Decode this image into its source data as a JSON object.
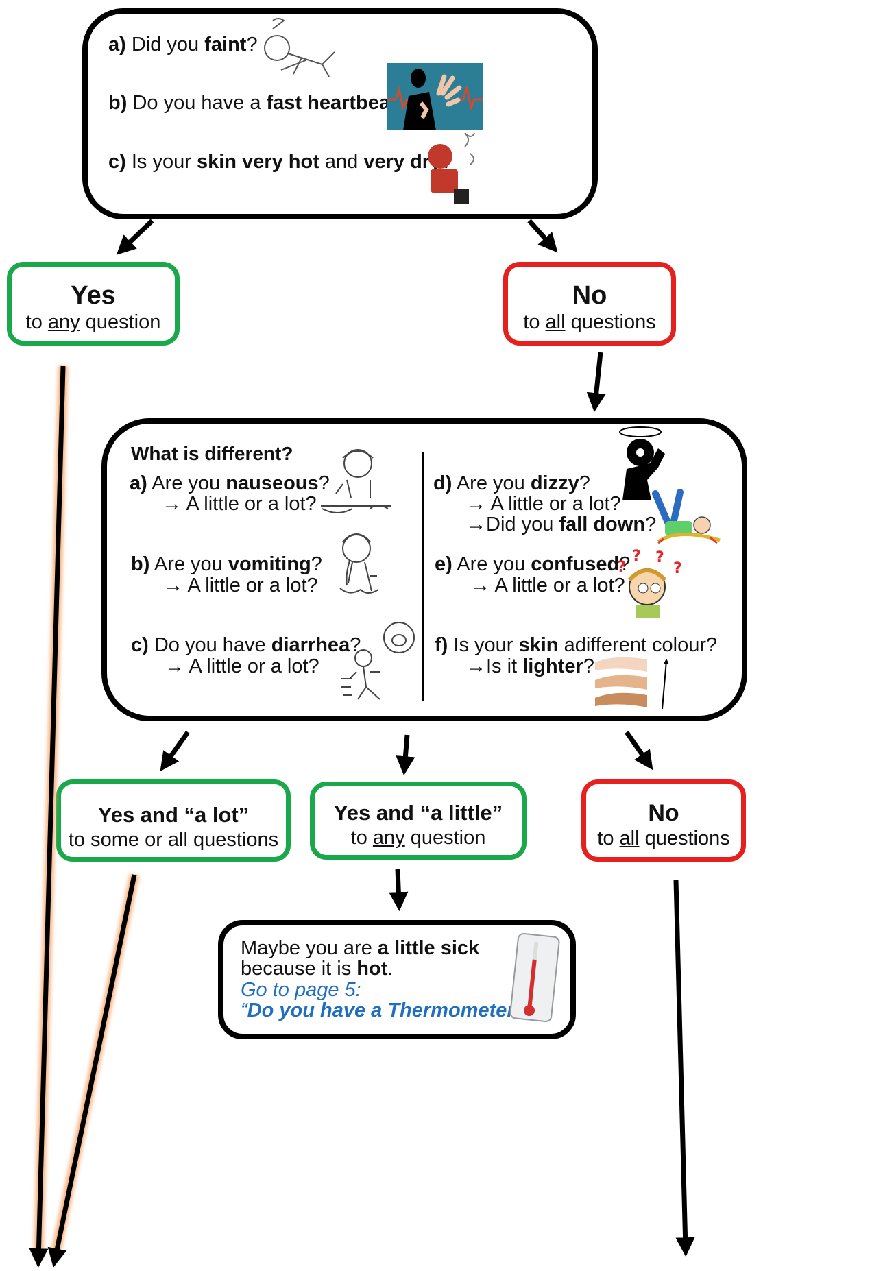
{
  "q1": {
    "a_letter": "a)",
    "a_pre": "Did you ",
    "a_bold": "faint",
    "a_post": "?",
    "b_letter": "b)",
    "b_pre": "Do you have a ",
    "b_bold": "fast heartbeat",
    "b_post": "?",
    "c_letter": "c)",
    "c_pre": "Is your ",
    "c_bold1": "skin very hot",
    "c_mid": " and ",
    "c_bold2": "very dry",
    "c_post": "?"
  },
  "yes1": {
    "title": "Yes",
    "pre": "to ",
    "u": "any",
    "post": " question"
  },
  "no1": {
    "title": "No",
    "pre": "to ",
    "u": "all",
    "post": " questions"
  },
  "q2": {
    "heading": "What is different?",
    "little_lot": "→ A little or a lot?",
    "a_letter": "a)",
    "a_pre": "Are you ",
    "a_bold": "nauseous",
    "a_post": "?",
    "b_letter": "b)",
    "b_pre": "Are you ",
    "b_bold": "vomiting",
    "b_post": "?",
    "c_letter": "c)",
    "c_pre": "Do you have ",
    "c_bold": "diarrhea",
    "c_post": "?",
    "d_letter": "d)",
    "d_pre": "Are you ",
    "d_bold": "dizzy",
    "d_post": "?",
    "d_fall_pre": "→Did you ",
    "d_fall_bold": "fall down",
    "d_fall_post": "?",
    "e_letter": "e)",
    "e_pre": "Are you ",
    "e_bold": "confused",
    "e_post": "?",
    "f_letter": "f)",
    "f_pre": "Is your ",
    "f_bold": "skin",
    "f_post": " adifferent colour?",
    "f_sub_pre": "→Is it ",
    "f_sub_bold": "lighter",
    "f_sub_post": "?"
  },
  "yes_lot": {
    "title": "Yes and “a lot”",
    "sub": "to some or all questions"
  },
  "yes_little": {
    "title": "Yes and “a little”",
    "pre": "to ",
    "u": "any",
    "post": " question"
  },
  "no2": {
    "title": "No",
    "pre": "to ",
    "u": "all",
    "post": " questions"
  },
  "final": {
    "l1_pre": "Maybe you are ",
    "l1_bold": "a little sick",
    "l2_pre": "because it is ",
    "l2_bold": "hot",
    "l2_post": ".",
    "l3": "Go to page 5:",
    "l4_open": "“",
    "l4_bold": "Do you have a Thermometer",
    "l4_close": "?”"
  },
  "colors": {
    "green": "#1aa84a",
    "red": "#e6201f",
    "black": "#000000",
    "link_blue": "#1f6fc0",
    "glow": "#f5a060"
  },
  "icons": [
    "fainting-person-icon",
    "heartbeat-icon",
    "hot-skin-icon",
    "nauseous-person-icon",
    "vomiting-person-icon",
    "diarrhea-person-icon",
    "dizzy-person-icon",
    "falling-person-icon",
    "confused-person-icon",
    "skin-colour-icon",
    "thermometer-icon"
  ]
}
